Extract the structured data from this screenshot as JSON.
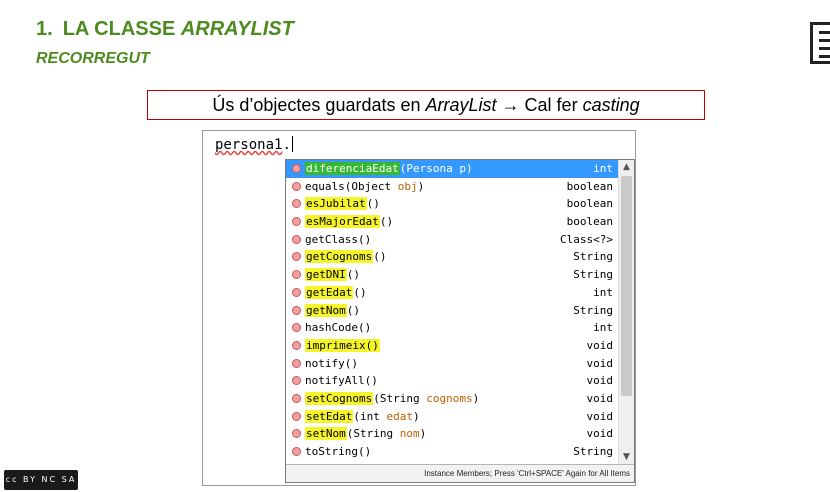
{
  "header": {
    "number": "1.",
    "title_main": "LA CLASSE ",
    "title_italic": "ARRAYLIST",
    "subtitle": "RECORREGUT"
  },
  "caption": {
    "part1": "Ús d’objectes guardats en ",
    "part2": "ArrayList",
    "arrow": "→",
    "part3": " Cal fer ",
    "part4": "casting"
  },
  "editor": {
    "variable": "persona1",
    "dot": "."
  },
  "autocomplete": {
    "items": [
      {
        "hl": "diferenciaEdat",
        "rest_before": "(Persona p)",
        "param": "",
        "rest_after": "",
        "ret": "int",
        "selected": true
      },
      {
        "hl": "",
        "rest_before": "equals(Object ",
        "param": "obj",
        "rest_after": ")",
        "ret": "boolean",
        "selected": false
      },
      {
        "hl": "esJubilat",
        "rest_before": "()",
        "param": "",
        "rest_after": "",
        "ret": "boolean",
        "selected": false
      },
      {
        "hl": "esMajorEdat",
        "rest_before": "()",
        "param": "",
        "rest_after": "",
        "ret": "boolean",
        "selected": false
      },
      {
        "hl": "",
        "rest_before": "getClass()",
        "param": "",
        "rest_after": "",
        "ret": "Class<?>",
        "selected": false
      },
      {
        "hl": "getCognoms",
        "rest_before": "()",
        "param": "",
        "rest_after": "",
        "ret": "String",
        "selected": false
      },
      {
        "hl": "getDNI",
        "rest_before": "()",
        "param": "",
        "rest_after": "",
        "ret": "String",
        "selected": false
      },
      {
        "hl": "getEdat",
        "rest_before": "()",
        "param": "",
        "rest_after": "",
        "ret": "int",
        "selected": false
      },
      {
        "hl": "getNom",
        "rest_before": "()",
        "param": "",
        "rest_after": "",
        "ret": "String",
        "selected": false
      },
      {
        "hl": "",
        "rest_before": "hashCode()",
        "param": "",
        "rest_after": "",
        "ret": "int",
        "selected": false
      },
      {
        "hl": "imprimeix()",
        "rest_before": "",
        "param": "",
        "rest_after": "",
        "ret": "void",
        "selected": false
      },
      {
        "hl": "",
        "rest_before": "notify()",
        "param": "",
        "rest_after": "",
        "ret": "void",
        "selected": false
      },
      {
        "hl": "",
        "rest_before": "notifyAll()",
        "param": "",
        "rest_after": "",
        "ret": "void",
        "selected": false
      },
      {
        "hl": "setCognoms",
        "rest_before": "(String ",
        "param": "cognoms",
        "rest_after": ")",
        "ret": "void",
        "selected": false
      },
      {
        "hl": "setEdat",
        "rest_before": "(int ",
        "param": "edat",
        "rest_after": ")",
        "ret": "void",
        "selected": false
      },
      {
        "hl": "setNom",
        "rest_before": "(String ",
        "param": "nom",
        "rest_after": ")",
        "ret": "void",
        "selected": false
      },
      {
        "hl": "",
        "rest_before": "toString()",
        "param": "",
        "rest_after": "",
        "ret": "String",
        "selected": false
      }
    ],
    "status": "Instance Members; Press 'Ctrl+SPACE' Again for All Items",
    "scroll_up": "▲",
    "scroll_down": "▼"
  },
  "license": {
    "text": "cc BY NC SA"
  }
}
